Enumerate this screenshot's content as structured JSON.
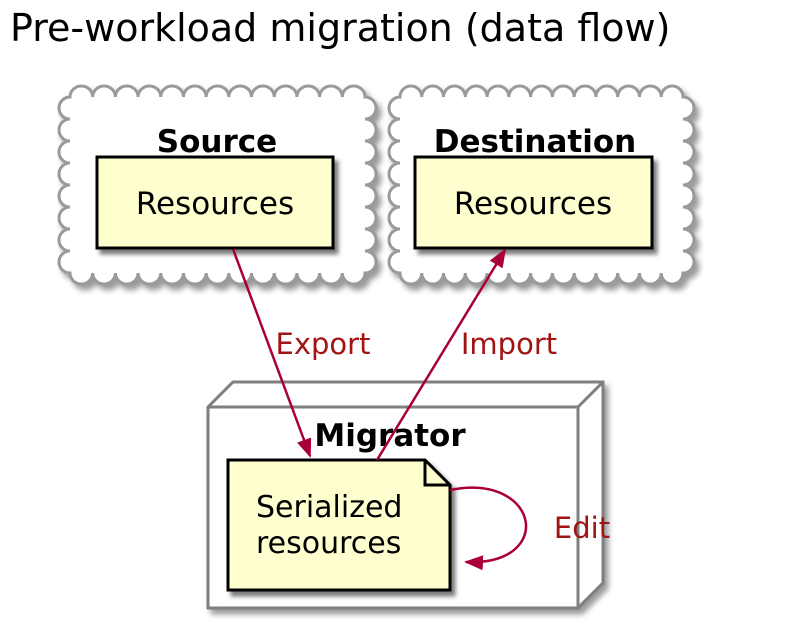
{
  "title": "Pre-workload migration (data flow)",
  "colors": {
    "arrow": "#A80036",
    "edge_label": "#A01414",
    "shape_fill": "#FEFECE",
    "shape_border": "#000000",
    "cloud_border": "#9A9A9A",
    "node_border": "#7F7F7F",
    "text": "#000000",
    "background": "#FFFFFF"
  },
  "diagram": {
    "source_cloud": {
      "label": "Source",
      "resources_label": "Resources"
    },
    "destination_cloud": {
      "label": "Destination",
      "resources_label": "Resources"
    },
    "migrator_node": {
      "label": "Migrator",
      "note": {
        "line1": "Serialized",
        "line2": "resources"
      }
    },
    "edges": [
      {
        "label": "Export",
        "from": "Source Resources",
        "to": "Serialized resources"
      },
      {
        "label": "Import",
        "from": "Serialized resources",
        "to": "Destination Resources"
      },
      {
        "label": "Edit",
        "from": "Serialized resources",
        "to": "Serialized resources"
      }
    ]
  }
}
